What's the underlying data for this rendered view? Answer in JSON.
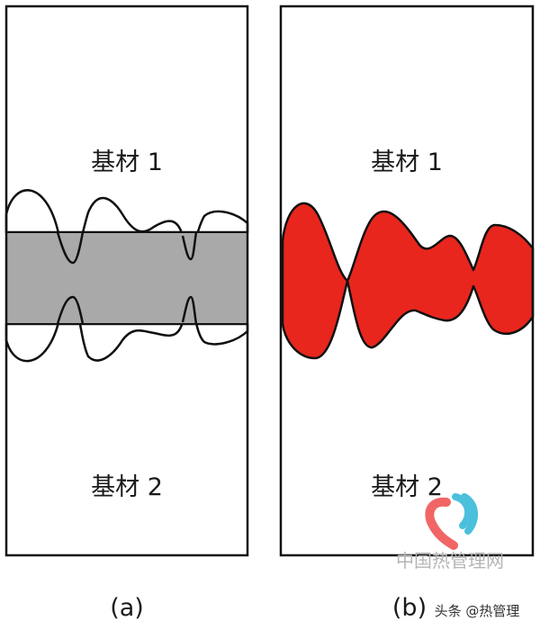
{
  "panel_a": {
    "top_label": "基材 1",
    "bottom_label": "基材 2",
    "caption": "(a)",
    "fill_color": "#a9a9a9"
  },
  "panel_b": {
    "top_label": "基材 1",
    "bottom_label": "基材 2",
    "caption": "(b)",
    "fill_color": "#e8261d"
  },
  "watermark": {
    "site_text": "中国热管理网",
    "attribution": "头条 @热管理",
    "logo_colors": [
      "#ef4b4b",
      "#2bb6d8"
    ]
  }
}
